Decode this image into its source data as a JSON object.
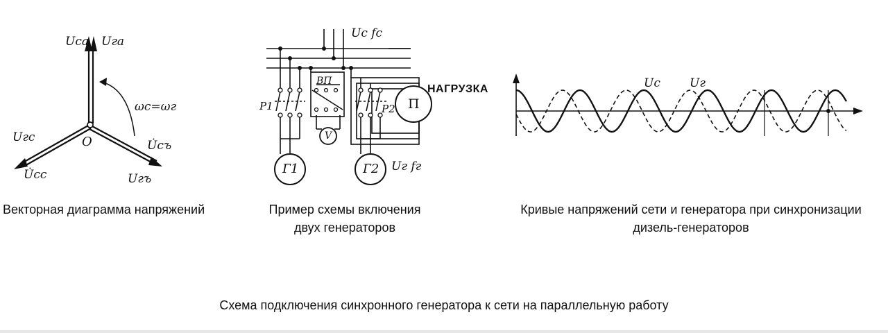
{
  "vector_diagram": {
    "labels": {
      "u_ca": "Uca",
      "u_ga": "Uгa",
      "u_gc": "Uгc",
      "u_cc": "U̇cc",
      "u_cb": "U̇cъ",
      "u_gb": "Uгъ",
      "origin": "O",
      "omega": "ωc=ωг"
    },
    "caption": "Векторная диаграмма напряжений"
  },
  "circuit": {
    "labels": {
      "uc_fc": "Uc fc",
      "load": "НАГРУЗКА",
      "vp": "ВП",
      "p1": "P1",
      "p2": "P2",
      "voltmeter": "V",
      "consumer": "П",
      "g1": "Г1",
      "g2": "Г2",
      "ug_fg": "Uг fг"
    },
    "caption_line1": "Пример схемы включения",
    "caption_line2": "двух генераторов"
  },
  "waveform": {
    "labels": {
      "uc": "Uc",
      "ug": "Uг"
    },
    "caption_line1": "Кривые напряжений сети и генератора при синхронизации",
    "caption_line2": "дизель-генераторов"
  },
  "footer": {
    "title": "Схема подключения синхронного генератора к сети на параллельную работу"
  }
}
